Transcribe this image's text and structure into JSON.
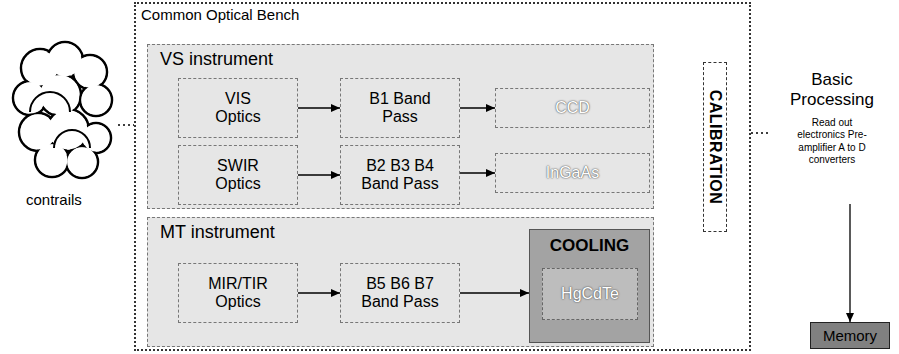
{
  "diagram": {
    "nodes": [
      {
        "text": [
          "contrails"
        ]
      },
      {
        "text": [
          "Common Optical Bench"
        ]
      },
      {
        "text": [
          "VS instrument"
        ],
        "in": 1
      },
      {
        "text": [
          "VIS Optics"
        ],
        "in": 2
      },
      {
        "text": [
          "B1 Band Pass"
        ],
        "in": 2
      },
      {
        "text": [
          "CCD"
        ],
        "in": 2
      },
      {
        "text": [
          "SWIR Optics"
        ],
        "in": 2
      },
      {
        "text": [
          "B2 B3 B4 Band Pass"
        ],
        "in": 2
      },
      {
        "text": [
          "InGaAs"
        ],
        "in": 2
      },
      {
        "text": [
          "MT instrument"
        ],
        "in": 1
      },
      {
        "text": [
          "MIR/TIR Optics"
        ],
        "in": 9
      },
      {
        "text": [
          "B5 B6 B7 Band Pass"
        ],
        "in": 9
      },
      {
        "text": [
          "COOLING"
        ],
        "in": 9
      },
      {
        "text": [
          "HgCdTe"
        ],
        "in": 12
      },
      {
        "text": [
          "CALIBRATION"
        ],
        "in": 1
      },
      {
        "text": [
          "Basic Processing",
          "Read out electronics Pre-amplifier A to D converters"
        ]
      },
      {
        "text": [
          "Memory"
        ]
      }
    ],
    "edges": [
      {
        "from": 3,
        "to": 4,
        "arrow": "to"
      },
      {
        "from": 4,
        "to": 5,
        "arrow": "to"
      },
      {
        "from": 6,
        "to": 7,
        "arrow": "to"
      },
      {
        "from": 7,
        "to": 8,
        "arrow": "to"
      },
      {
        "from": 10,
        "to": 11,
        "arrow": "to"
      },
      {
        "from": 11,
        "to": 12,
        "arrow": "to"
      },
      {
        "from": 0,
        "to": 1,
        "arrow": "none"
      },
      {
        "from": 1,
        "to": 15,
        "arrow": "none"
      },
      {
        "from": 15,
        "to": 16,
        "arrow": "to"
      }
    ]
  }
}
